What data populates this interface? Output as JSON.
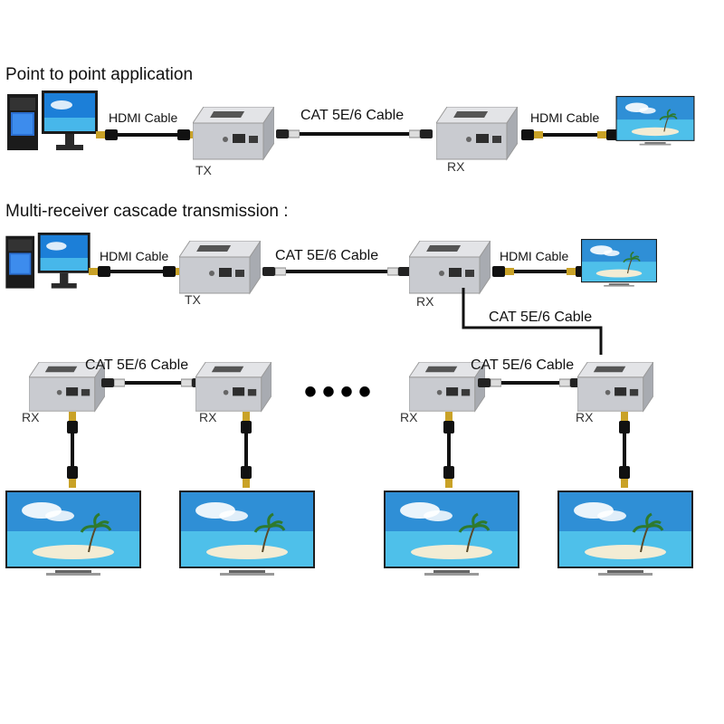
{
  "sections": {
    "point_to_point_title": "Point to point application",
    "cascade_title": "Multi-receiver cascade transmission :"
  },
  "labels": {
    "hdmi_cable": "HDMI Cable",
    "cat_cable": "CAT 5E/6 Cable",
    "tx": "TX",
    "rx": "RX",
    "ellipsis": "••••"
  },
  "colors": {
    "device_body": "#c9cbd0",
    "device_top": "#e3e4e7",
    "cable": "#111111",
    "sky": "#2f8fd6",
    "sea": "#44b7e6",
    "sand": "#f4eed8",
    "monitor_frame": "#2a2a2a"
  }
}
